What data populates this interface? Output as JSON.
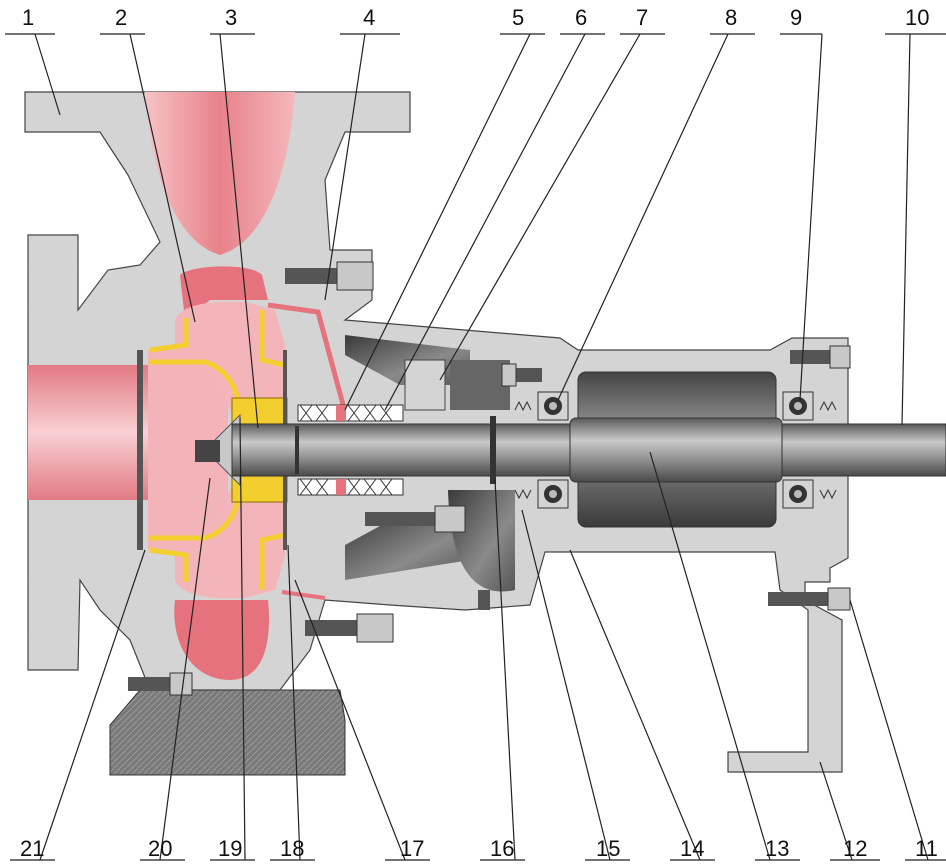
{
  "callouts": {
    "top": [
      "1",
      "2",
      "3",
      "4",
      "5",
      "6",
      "7",
      "8",
      "9",
      "10"
    ],
    "bottom": [
      "21",
      "20",
      "19",
      "18",
      "17",
      "16",
      "15",
      "14",
      "13",
      "12",
      "11"
    ]
  },
  "colors": {
    "casing": "#d4d4d4",
    "impeller": "#e98a92",
    "liner": "#f2cf2e",
    "shaft": "#8c8c8c",
    "dark_metal": "#555555",
    "base": "#777777",
    "outline": "#333333"
  }
}
